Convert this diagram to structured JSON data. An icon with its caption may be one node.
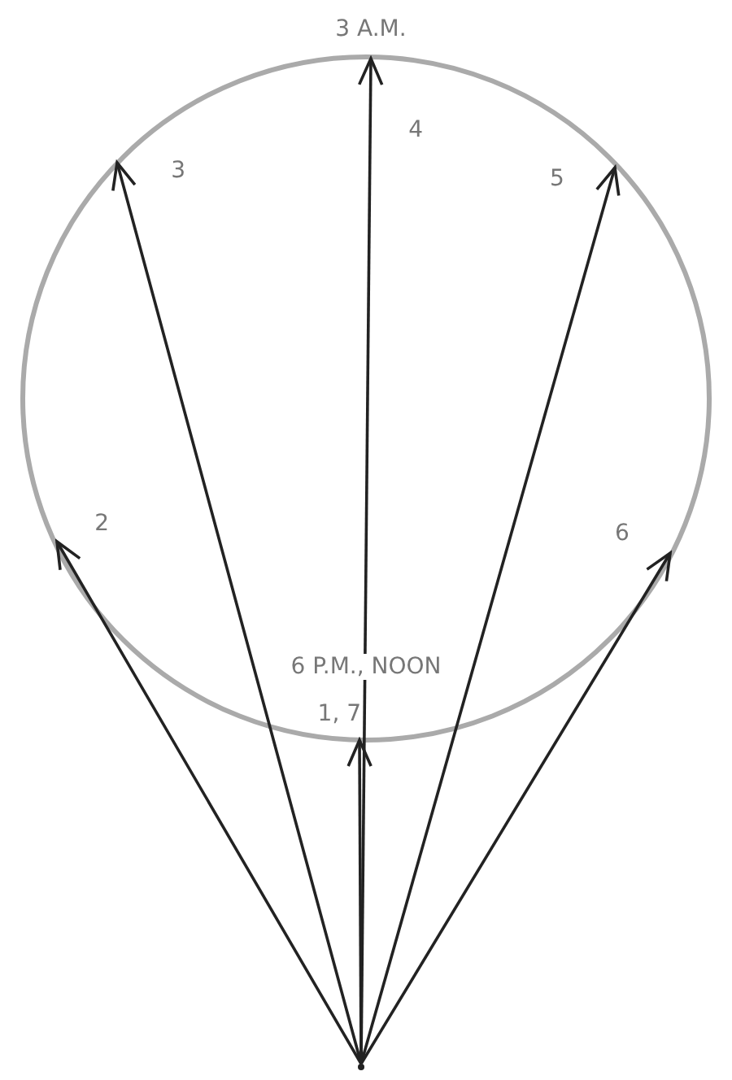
{
  "diagram": {
    "nodes": [
      {
        "text": [
          "4"
        ]
      },
      {
        "text": [
          "3"
        ]
      },
      {
        "text": [
          "5"
        ]
      },
      {
        "text": [
          "2"
        ]
      },
      {
        "text": [
          "6"
        ]
      },
      {
        "text": [
          "1, 7"
        ]
      },
      {
        "text": [],
        "shape": "point"
      }
    ],
    "edges": [
      {
        "from": 6,
        "to": 0,
        "arrow": "to"
      },
      {
        "from": 6,
        "to": 1,
        "arrow": "to"
      },
      {
        "from": 6,
        "to": 2,
        "arrow": "to"
      },
      {
        "from": 6,
        "to": 3,
        "arrow": "to"
      },
      {
        "from": 6,
        "to": 4,
        "arrow": "to"
      },
      {
        "from": 6,
        "to": 5,
        "arrow": "to"
      }
    ],
    "labels": [
      "3 A.M.",
      "6 P.M., NOON"
    ]
  }
}
